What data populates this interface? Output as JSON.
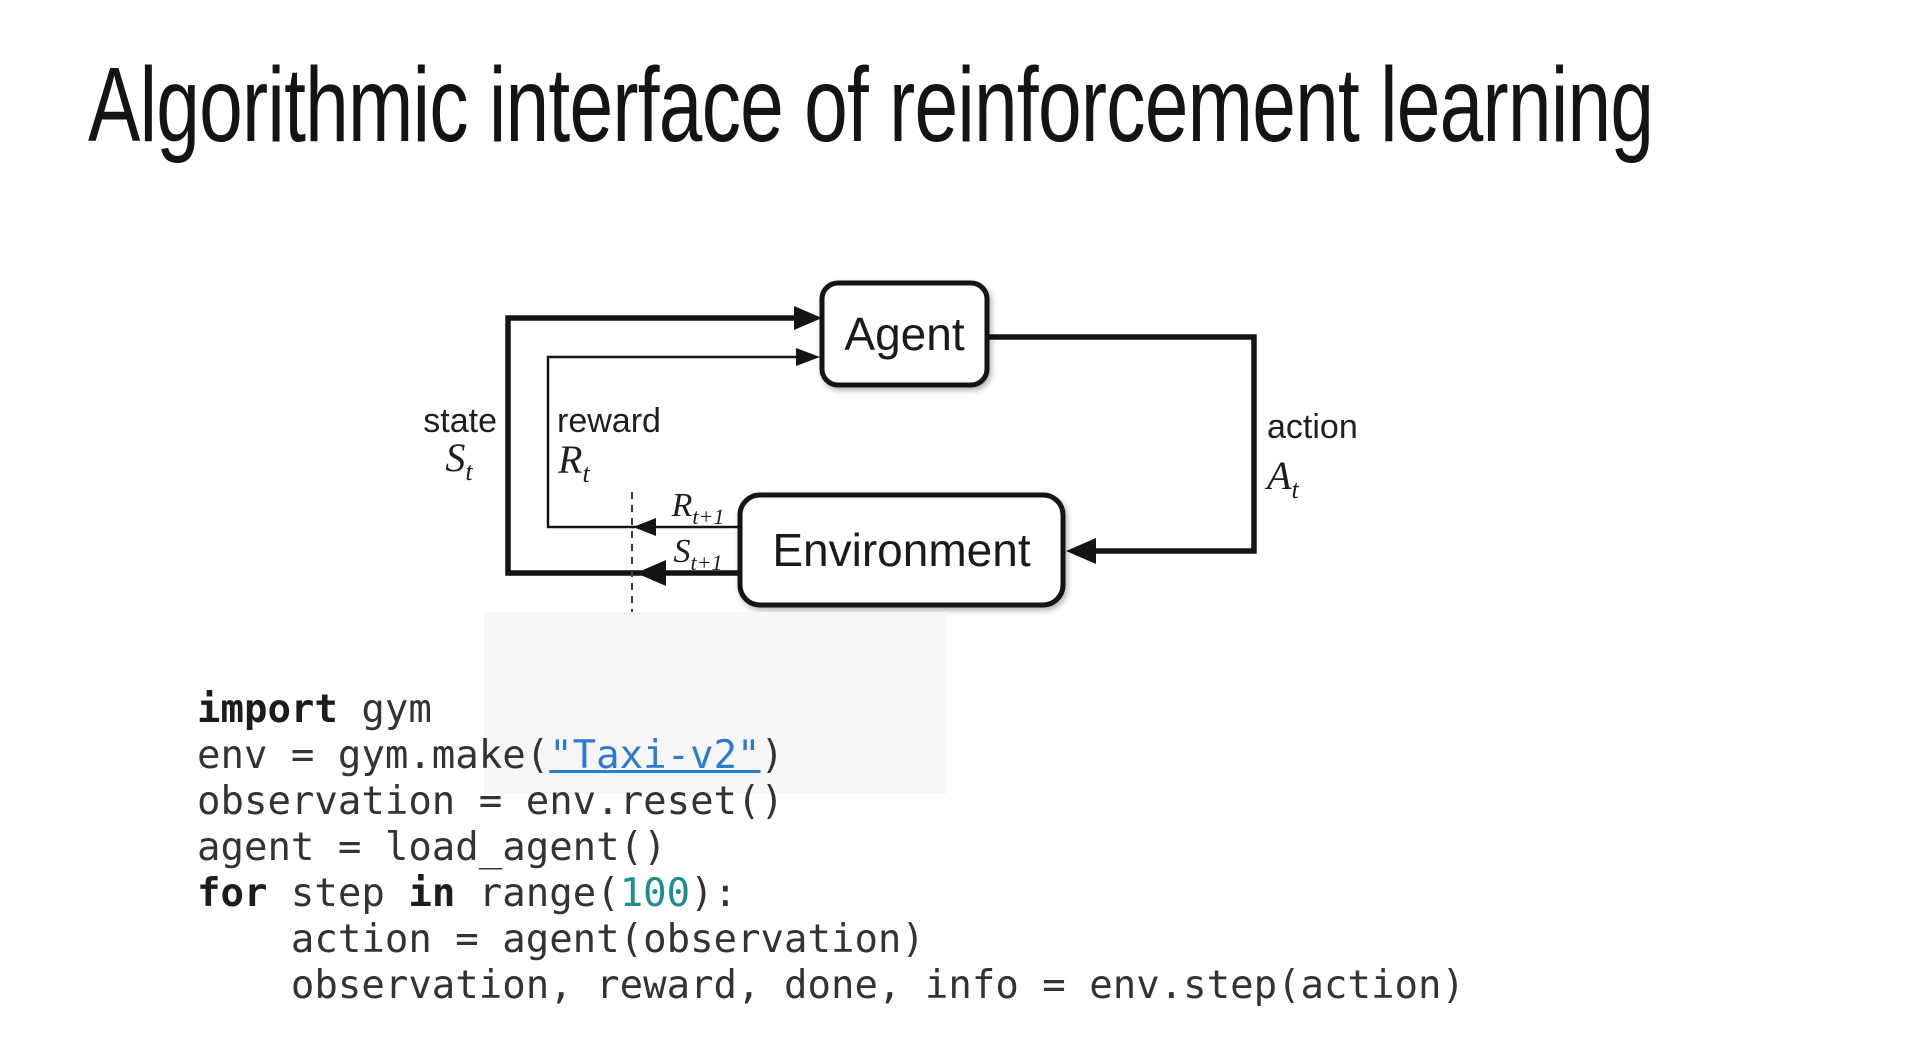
{
  "slide": {
    "title": "Algorithmic interface of reinforcement learning"
  },
  "diagram": {
    "agent_label": "Agent",
    "environment_label": "Environment",
    "state": {
      "word": "state",
      "sym": "S",
      "sub": "t"
    },
    "reward": {
      "word": "reward",
      "sym": "R",
      "sub": "t"
    },
    "action": {
      "word": "action",
      "sym": "A",
      "sub": "t"
    },
    "next_reward": {
      "sym": "R",
      "sub": "t+1"
    },
    "next_state": {
      "sym": "S",
      "sub": "t+1"
    },
    "line_color": "#141414"
  },
  "code": {
    "text_color": "#333333",
    "keyword_color": "#1c1c1c",
    "string_color": "#2b7bd1",
    "number_color": "#178f8f",
    "lines": [
      [
        {
          "t": "k",
          "v": "import"
        },
        {
          "t": "p",
          "v": " gym"
        }
      ],
      [
        {
          "t": "p",
          "v": "env = gym.make("
        },
        {
          "t": "s",
          "v": "\"Taxi-v2\""
        },
        {
          "t": "p",
          "v": ")"
        }
      ],
      [
        {
          "t": "p",
          "v": "observation = env.reset()"
        }
      ],
      [
        {
          "t": "p",
          "v": "agent = load_agent()"
        }
      ],
      [
        {
          "t": "k",
          "v": "for"
        },
        {
          "t": "p",
          "v": " step "
        },
        {
          "t": "k",
          "v": "in"
        },
        {
          "t": "p",
          "v": " range("
        },
        {
          "t": "n",
          "v": "100"
        },
        {
          "t": "p",
          "v": "):"
        }
      ],
      [
        {
          "t": "p",
          "v": "    action = agent(observation)"
        }
      ],
      [
        {
          "t": "p",
          "v": "    observation, reward, done, info = env.step(action)"
        }
      ]
    ]
  }
}
